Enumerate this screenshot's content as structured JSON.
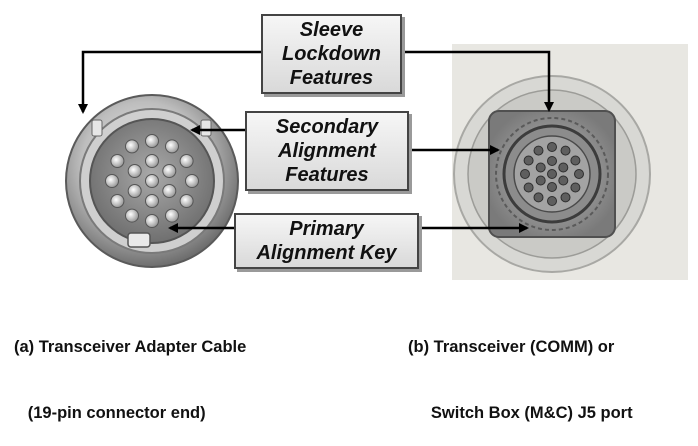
{
  "callouts": {
    "sleeve_lockdown": "Sleeve\nLockdown\nFeatures",
    "secondary_alignment": "Secondary\nAlignment\nFeatures",
    "primary_alignment": "Primary\nAlignment Key"
  },
  "captions": {
    "a_line1": "(a) Transceiver Adapter Cable",
    "a_line2": "   (19-pin connector end)",
    "b_line1": "(b) Transceiver (COMM) or",
    "b_line2": "     Switch Box (M&C) J5 port"
  },
  "photos": {
    "left": "19-pin-cable-connector-photo",
    "right": "j5-port-receptacle-photo"
  },
  "colors": {
    "callout_border": "#444444",
    "arrow": "#000000"
  }
}
